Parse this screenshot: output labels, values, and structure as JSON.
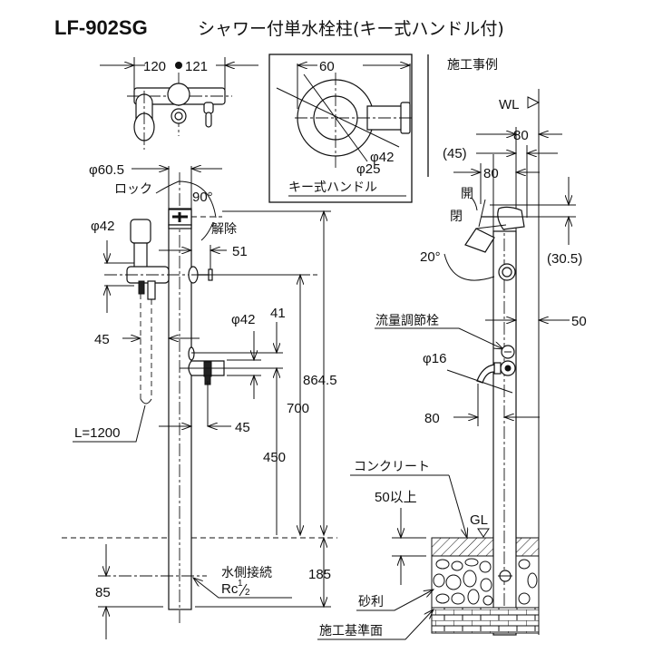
{
  "title": {
    "model": "LF-902SG",
    "description": "シャワー付単水栓柱(キー式ハンドル付)"
  },
  "top_view": {
    "dim_left": "120",
    "dim_right": "121"
  },
  "key_handle_detail": {
    "caption": "キー式ハンドル",
    "dim_width": "60",
    "dim_outer_dia": "φ42",
    "dim_inner_dia": "φ25"
  },
  "front_view": {
    "pillar_dia": "φ60.5",
    "lock_label": "ロック",
    "angle": "90°",
    "release_label": "解除",
    "dim_handle": "51",
    "shower_head_dia": "φ42",
    "dim_shower_offset": "45",
    "hose_length": "L=1200",
    "faucet_dia": "φ42",
    "dim_41": "41",
    "dim_faucet_offset": "45",
    "height_864": "864.5",
    "height_700": "700",
    "height_450": "450",
    "dim_185": "185",
    "dim_85": "85",
    "water_connection": "水側接続",
    "water_connection_spec": "Rc",
    "fraction_num": "1",
    "fraction_den": "2"
  },
  "installation_example": {
    "heading": "施工事例",
    "wl": "WL",
    "dim_80_top": "80",
    "dim_45": "(45)",
    "dim_80_second": "80",
    "open_upper": "開",
    "open_lower": "閉",
    "angle_20": "20°",
    "dim_30_5": "(30.5)",
    "flow_valve": "流量調節栓",
    "dim_50": "50",
    "spout_dia": "φ16",
    "dim_80_bottom": "80",
    "concrete": "コンクリート",
    "min_depth": "50以上",
    "gl": "GL",
    "gravel": "砂利",
    "base_surface": "施工基準面"
  }
}
